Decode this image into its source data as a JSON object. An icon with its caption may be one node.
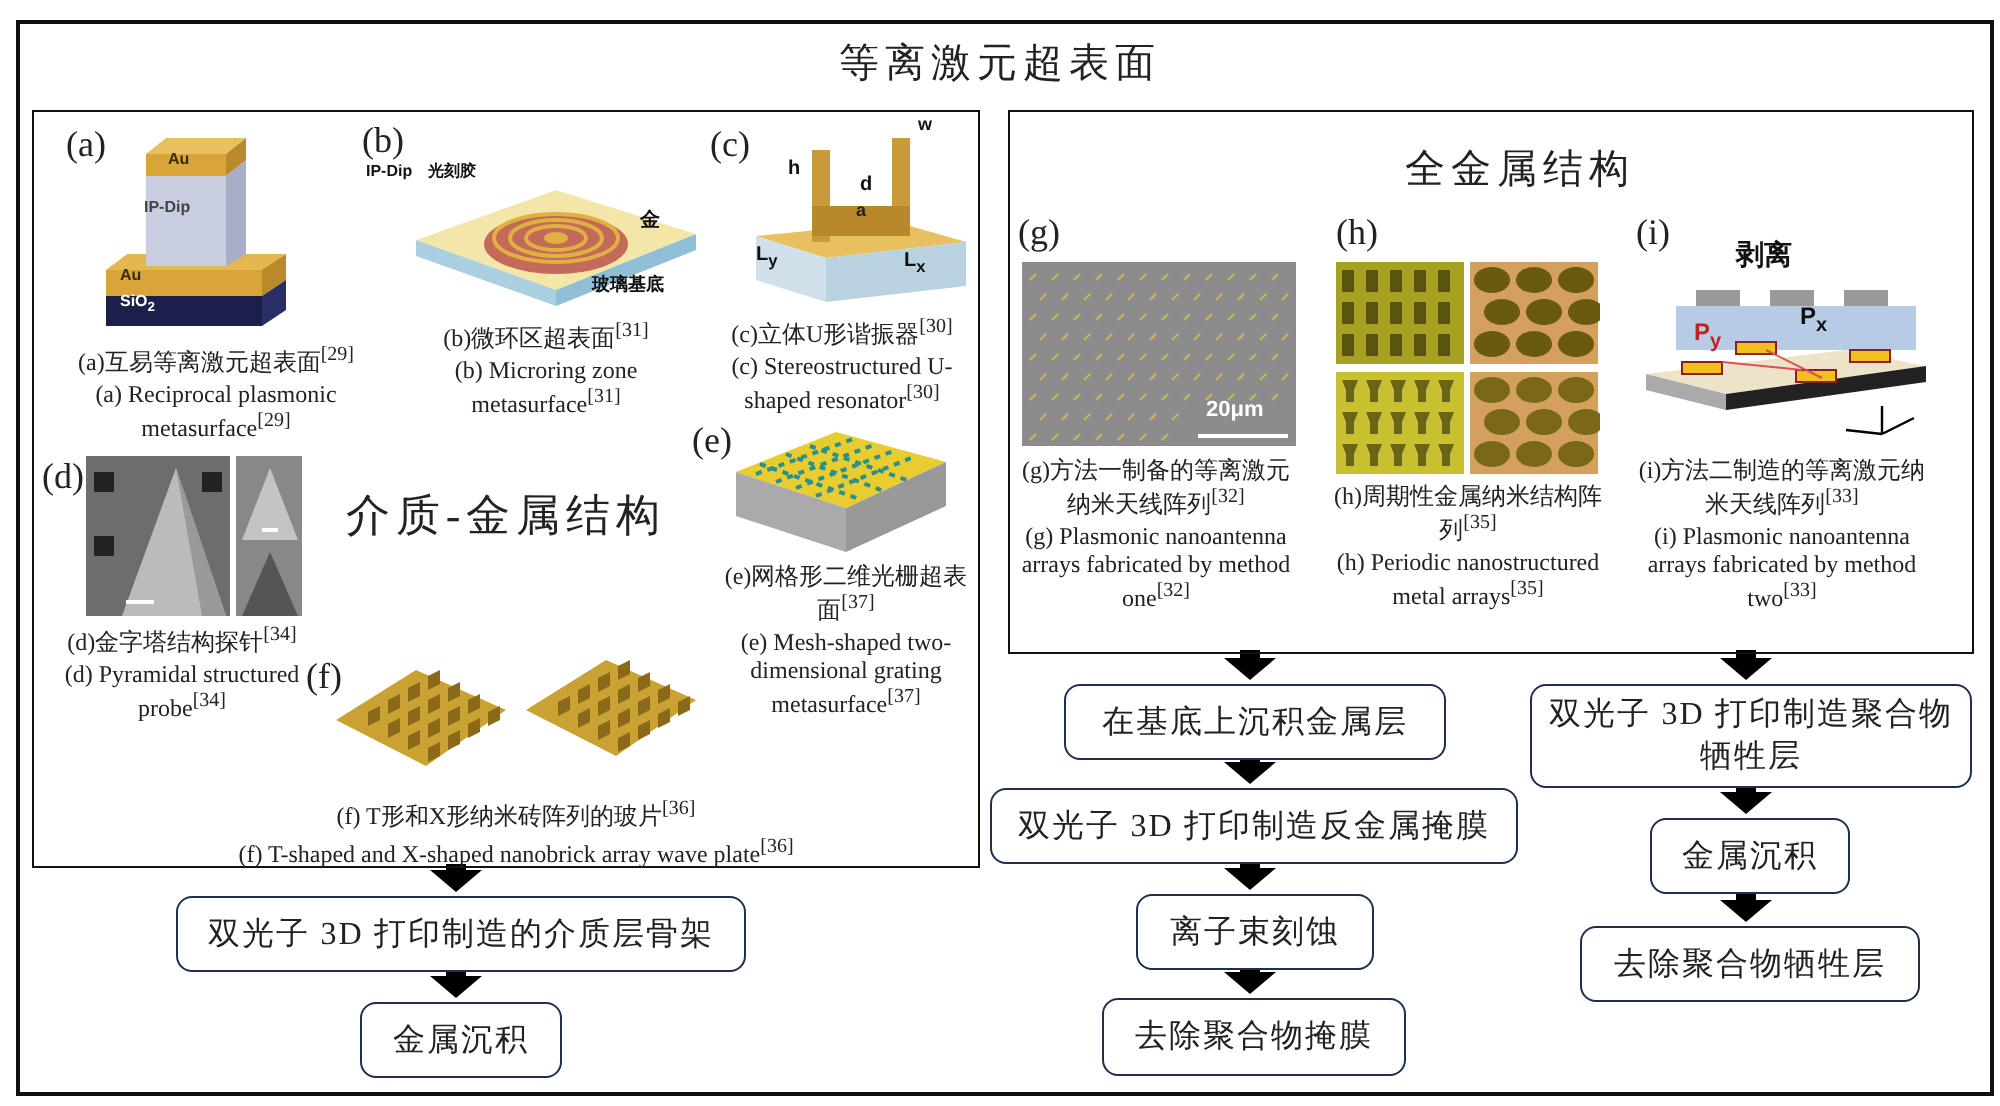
{
  "diagram": {
    "title": "等离激元超表面",
    "nodes": [
      {
        "text": [],
        "shape": "box"
      },
      {
        "text": [
          "介质-金属结构"
        ],
        "in": 0
      },
      {
        "text": [],
        "shape": "picture",
        "in": 1,
        "beside": [
          "(a)",
          "(a)互易等离激元超表面$^{[29]}$",
          "(a) Reciprocal plasmonic metasurface$^{[29]}$"
        ]
      },
      {
        "text": [],
        "shape": "picture",
        "in": 1,
        "beside": [
          "(b)",
          "(b)微环区超表面$^{[31]}$",
          "(b) Microring zone metasurface$^{[31]}$"
        ]
      },
      {
        "text": [],
        "shape": "picture",
        "in": 1,
        "beside": [
          "(c)",
          "(c)立体U形谐振器$^{[30]}$",
          "(c) Stereostructured U-shaped resonator$^{[30]}$"
        ]
      },
      {
        "text": [],
        "shape": "picture",
        "in": 1,
        "beside": [
          "(d)",
          "(d)金字塔结构探针$^{[34]}$",
          "(d) Pyramidal structured probe$^{[34]}$"
        ]
      },
      {
        "text": [],
        "shape": "picture",
        "in": 1,
        "beside": [
          "(e)",
          "(e)网格形二维光栅超表面$^{[37]}$",
          "(e) Mesh-shaped two-dimensional grating metasurface$^{[37]}$"
        ]
      },
      {
        "text": [],
        "shape": "picture",
        "in": 1,
        "beside": [
          "(f)",
          "(f) T形和X形纳米砖阵列的玻片$^{[36]}$",
          "(f) T-shaped and X-shaped nanobrick array wave plate$^{[36]}$"
        ]
      },
      {
        "text": [
          "全金属结构"
        ],
        "in": 0
      },
      {
        "text": [],
        "shape": "picture",
        "in": 8,
        "beside": [
          "(g)",
          "(g)方法一制备的等离激元纳米天线阵列$^{[32]}$",
          "(g) Plasmonic nanoantenna arrays fabricated by method one$^{[32]}$"
        ]
      },
      {
        "text": [],
        "shape": "picture",
        "in": 8,
        "beside": [
          "(h)",
          "(h)周期性金属纳米结构阵列$^{[35]}$",
          "(h) Periodic nanostructured metal arrays$^{[35]}$"
        ]
      },
      {
        "text": [],
        "shape": "picture",
        "in": 8,
        "beside": [
          "(i)",
          "(i)方法二制造的等离激元纳米天线阵列$^{[33]}$",
          "(i) Plasmonic nanoantenna arrays fabricated by method two$^{[33]}$"
        ]
      },
      {
        "text": [
          "双光子 3D 打印制造的介质层骨架"
        ],
        "in": 0
      },
      {
        "text": [
          "金属沉积"
        ],
        "in": 0
      },
      {
        "text": [
          "在基底上沉积金属层"
        ],
        "in": 0
      },
      {
        "text": [
          "双光子 3D 打印制造反金属掩膜"
        ],
        "in": 0
      },
      {
        "text": [
          "离子束刻蚀"
        ],
        "in": 0
      },
      {
        "text": [
          "去除聚合物掩膜"
        ],
        "in": 0
      },
      {
        "text": [
          "双光子 3D 打印制造聚合物牺牲层"
        ],
        "in": 0
      },
      {
        "text": [
          "金属沉积"
        ],
        "in": 0
      },
      {
        "text": [
          "去除聚合物牺牲层"
        ],
        "in": 0
      }
    ],
    "edges": [
      {
        "from": 1,
        "to": 12,
        "arrow": "to"
      },
      {
        "from": 12,
        "to": 13,
        "arrow": "to"
      },
      {
        "from": 8,
        "to": 14,
        "arrow": "to"
      },
      {
        "from": 14,
        "to": 15,
        "arrow": "to"
      },
      {
        "from": 15,
        "to": 16,
        "arrow": "to"
      },
      {
        "from": 16,
        "to": 17,
        "arrow": "to"
      },
      {
        "from": 8,
        "to": 18,
        "arrow": "to"
      },
      {
        "from": 18,
        "to": 19,
        "arrow": "to"
      },
      {
        "from": 19,
        "to": 20,
        "arrow": "to"
      }
    ],
    "labels": [
      "Au",
      "IP-Dip",
      "Au",
      "SiO$_{2}$",
      "IP-Dip",
      "光刻胶",
      "金",
      "玻璃基底",
      "w",
      "h",
      "d",
      "a",
      "L$_{y}$",
      "L$_{x}$",
      "20μm",
      "剥离",
      "P$_{y}$",
      "P$_{x}$"
    ]
  }
}
